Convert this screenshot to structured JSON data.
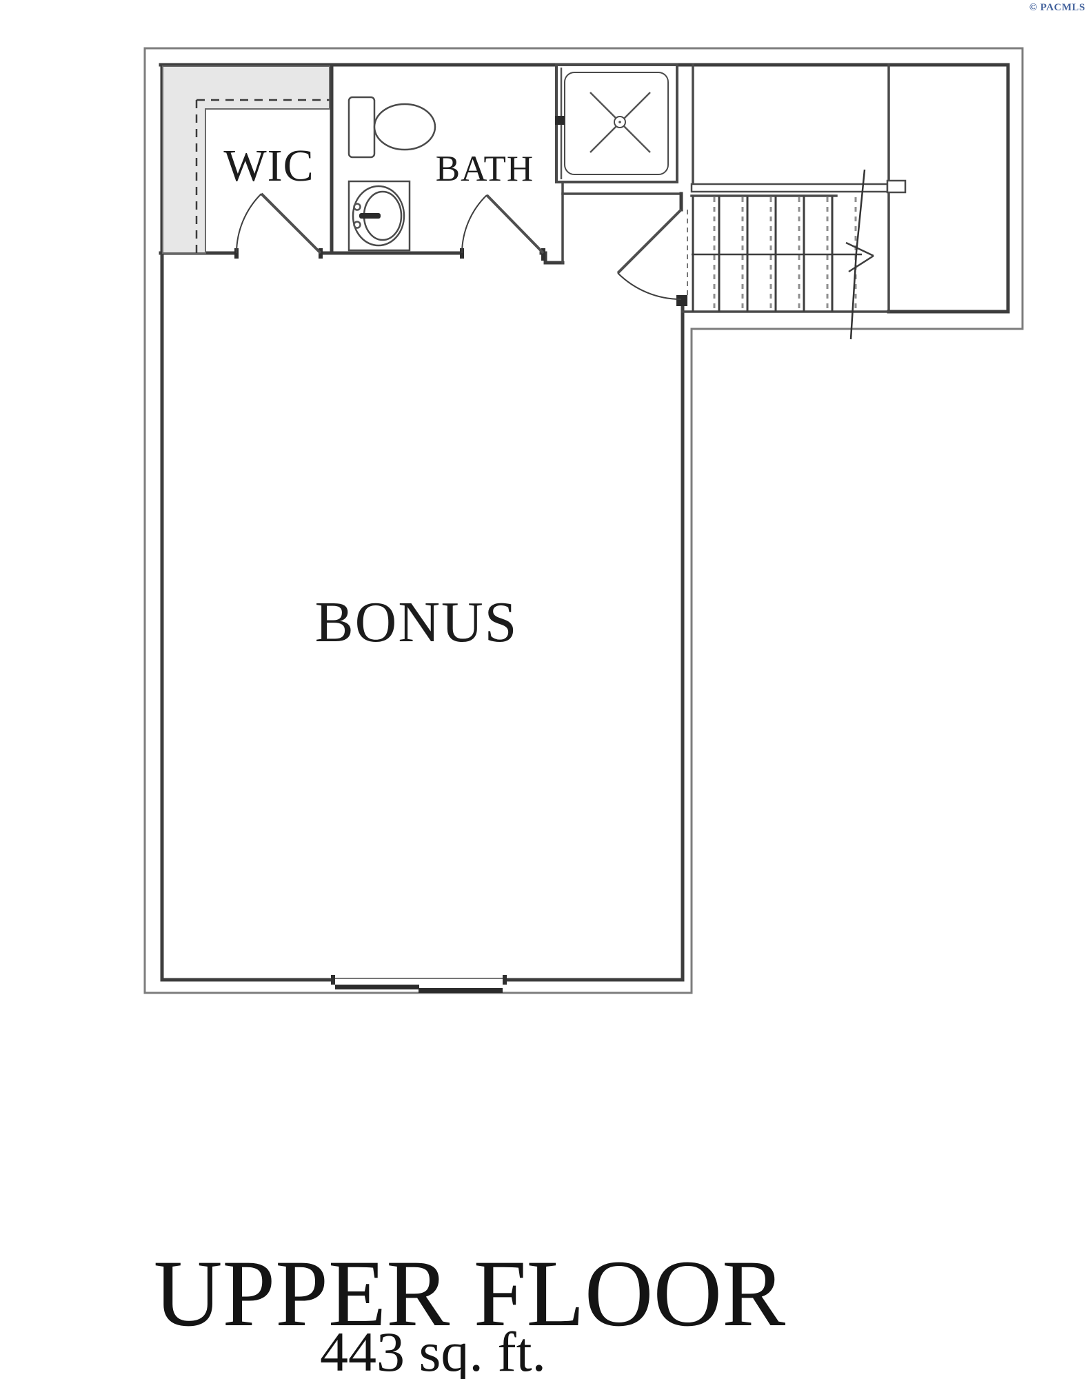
{
  "watermark": {
    "text": "© PACMLS"
  },
  "rooms": {
    "wic": {
      "label": "WIC"
    },
    "bath": {
      "label": "BATH"
    },
    "bonus": {
      "label": "BONUS"
    }
  },
  "fixtures": {
    "shower": "shower-stall",
    "toilet": "toilet",
    "vanity": "vanity-sink",
    "staircase": "staircase-up",
    "closet_shelving": "closet-shelf-and-rod",
    "window": "sliding-window",
    "doors": [
      "wic-door",
      "bath-door",
      "bonus-entry-door"
    ]
  },
  "footer": {
    "floor_name": "UPPER FLOOR",
    "area": "443 sq. ft."
  },
  "colors": {
    "wall": "#3d3d3d",
    "outer_outline": "#7d7d7d",
    "closet_fill": "#e7e7e7",
    "label_text": "#1c1c1c",
    "watermark_blue": "#44639d",
    "background": "#ffffff"
  }
}
